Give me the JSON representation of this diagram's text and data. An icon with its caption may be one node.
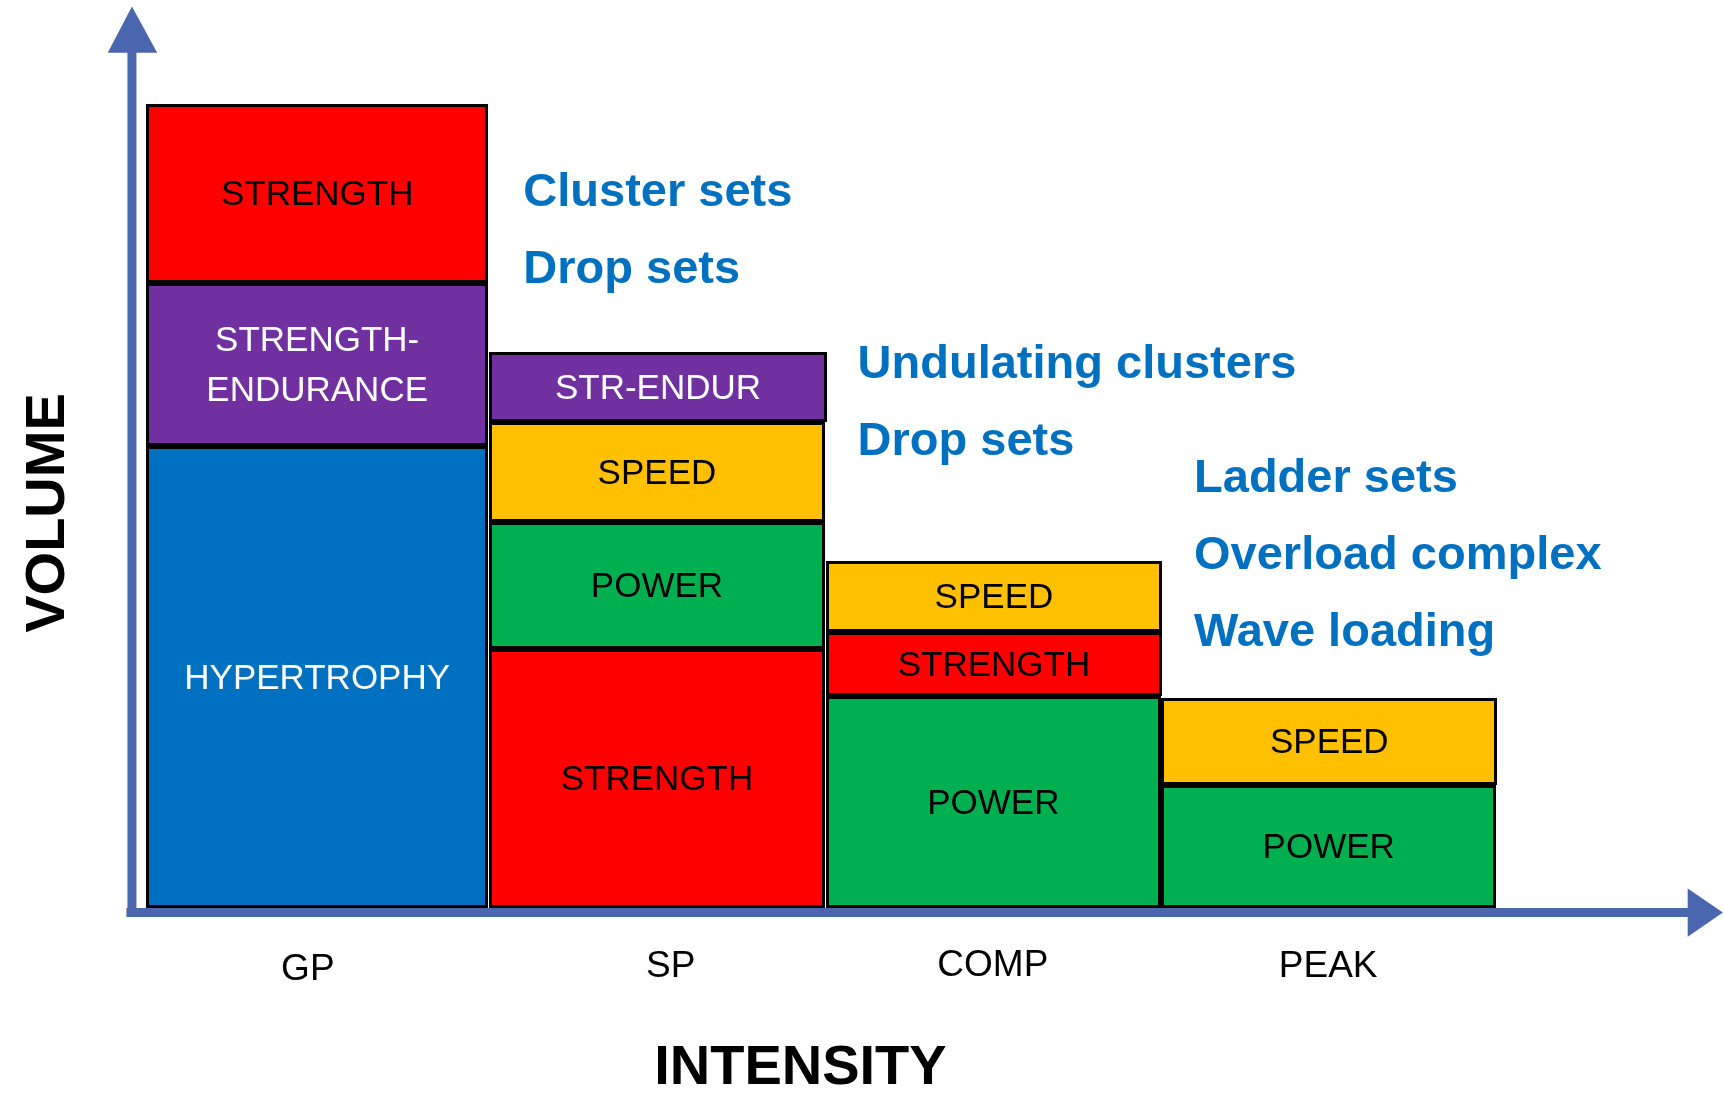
{
  "diagram": {
    "nodes": [
      {
        "text": [
          "STRENGTH"
        ]
      },
      {
        "text": [
          "STRENGTH- ENDURANCE"
        ]
      },
      {
        "text": [
          "HYPERTROPHY"
        ]
      },
      {
        "text": [
          "STR-ENDUR"
        ]
      },
      {
        "text": [
          "SPEED"
        ]
      },
      {
        "text": [
          "POWER"
        ]
      },
      {
        "text": [
          "STRENGTH"
        ]
      },
      {
        "text": [
          "SPEED"
        ]
      },
      {
        "text": [
          "STRENGTH"
        ]
      },
      {
        "text": [
          "POWER"
        ]
      },
      {
        "text": [
          "SPEED"
        ]
      },
      {
        "text": [
          "POWER"
        ]
      }
    ],
    "edges": [],
    "labels": [
      "Cluster sets",
      "Drop sets",
      "Undulating clusters",
      "Drop sets",
      "Ladder sets",
      "Overload complex",
      "Wave loading",
      "GP",
      "SP",
      "COMP",
      "PEAK",
      "INTENSITY",
      "VOLUME"
    ]
  }
}
